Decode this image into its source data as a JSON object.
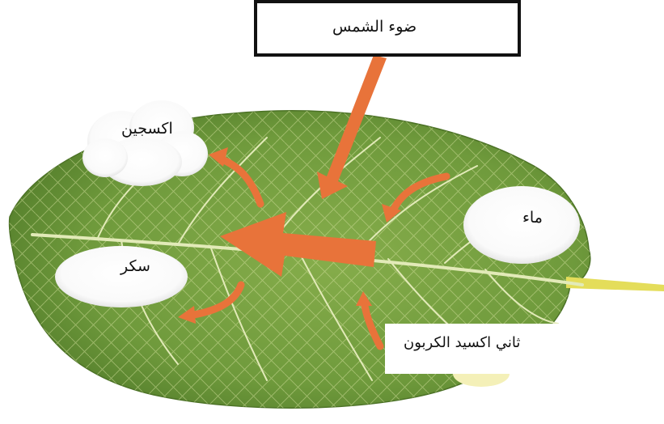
{
  "labels": {
    "sunlight": "ضوء الشمس",
    "oxygen": "اكسجين",
    "water": "ماء",
    "sugar": "سكر",
    "carbon_dioxide": "ثاني اكسيد الكربون"
  },
  "colors": {
    "leaf": "#6f9a3c",
    "leaf_dark": "#4f7a2a",
    "vein": "#dfe8b0",
    "arrow": "#e8733a",
    "stem": "#e8e060"
  }
}
